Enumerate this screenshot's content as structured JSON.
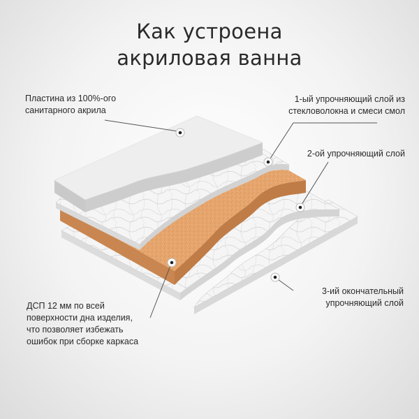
{
  "title": {
    "line1": "Как устроена",
    "line2": "акриловая ванна"
  },
  "labels": {
    "acrylic": {
      "line1": "Пластина из 100%-ого",
      "line2": "санитарного акрила"
    },
    "layer1": {
      "line1": "1-ый упрочняющий слой из",
      "line2": "стекловолокна и смеси смол"
    },
    "layer2": {
      "line1": "2-ой упрочняющий слой"
    },
    "chipboard": {
      "line1": "ДСП 12 мм по всей",
      "line2": "поверхности дна изделия,",
      "line3": "что позволяет избежать",
      "line4": "ошибок при сборке каркаса"
    },
    "layer3": {
      "line1": "3-ий окончательный",
      "line2": "упрочняющий слой"
    }
  },
  "colors": {
    "acrylic_top": "#ececec",
    "acrylic_side": "#d6d6d6",
    "fiber": "#f4f4f4",
    "fiber_side": "#dadada",
    "chipboard": "#e6a66e",
    "chipboard_side": "#c98650",
    "leader": "#555555"
  }
}
